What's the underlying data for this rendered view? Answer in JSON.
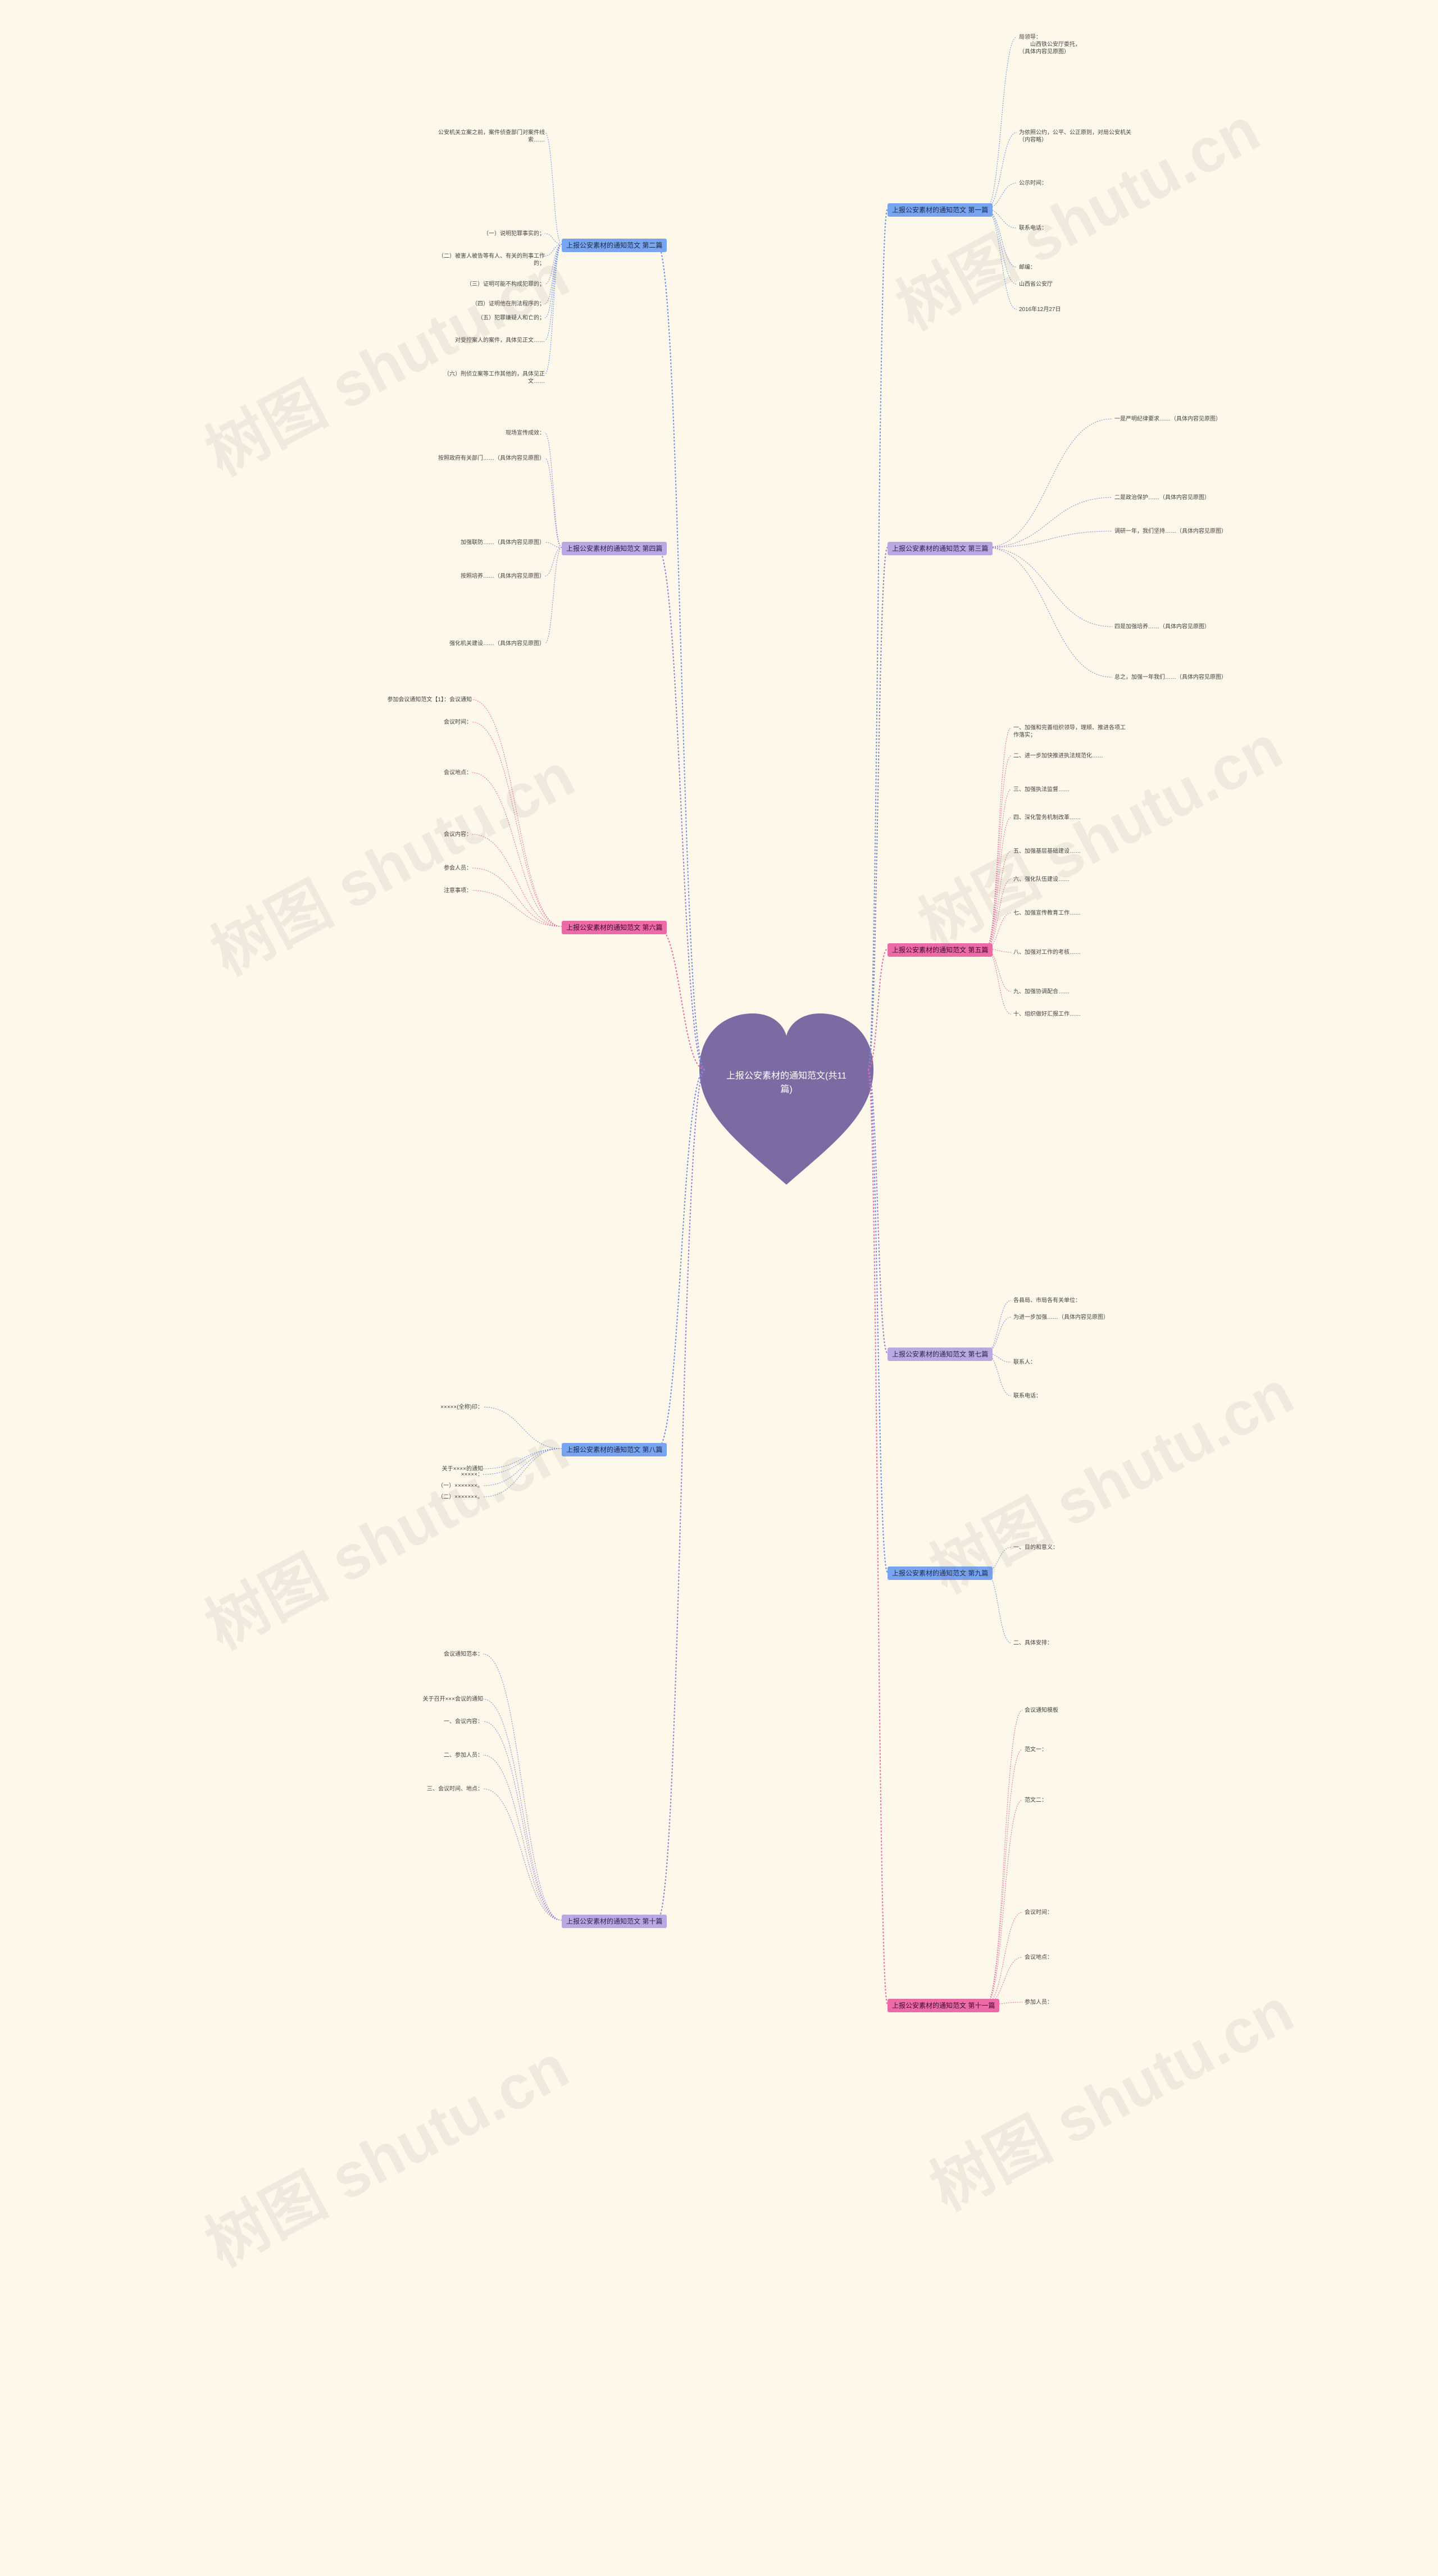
{
  "center": {
    "title": "上报公安素材的通知范文(共11篇)"
  },
  "watermark": "树图 shutu.cn",
  "branches": [
    {
      "label": "上报公安素材的通知范文 第一篇",
      "leaves": [
        "局领导：\n　　山西铁公安厅委托，\n（具体内容见原图）",
        "为依照公约，公平、公正原则，对局公安机关\n（内容略）",
        "公示时间：",
        "联系电话：",
        "邮编：",
        "山西省公安厅",
        "2016年12月27日"
      ]
    },
    {
      "label": "上报公安素材的通知范文 第二篇",
      "leaves": [
        "公安机关立案之前，案件侦查部门对案件线索……",
        "（一）说明犯罪事实的；",
        "（二）被害人被告等有人、有关的刑事工作的；",
        "（三）证明可能不构成犯罪的；",
        "（四）证明他在刑法程序的；",
        "（五）犯罪嫌疑人和亡的；",
        "对受控案人的案件，具体见正文……",
        "（六）刑侦立案等工作其他的，具体见正文……"
      ]
    },
    {
      "label": "上报公安素材的通知范文 第三篇",
      "leaves": [
        "一是严明纪律要求……（具体内容见原图）",
        "二是政治保护……（具体内容见原图）",
        "调研一年，我们坚持……（具体内容见原图）",
        "四是加强培养……（具体内容见原图）",
        "总之，加强一年我们……（具体内容见原图）"
      ]
    },
    {
      "label": "上报公安素材的通知范文 第四篇",
      "leaves": [
        "现场宣传成效：",
        "按照政府有关部门……（具体内容见原图）",
        "加强联防……（具体内容见原图）",
        "按照培养……（具体内容见原图）",
        "强化机关建设……（具体内容见原图）"
      ]
    },
    {
      "label": "上报公安素材的通知范文 第五篇",
      "leaves": [
        "一、加强和完善组织领导，理顺、推进各项工作落实；",
        "二、进一步加快推进执法规范化……",
        "三、加强执法监督……",
        "四、深化警务机制改革……",
        "五、加强基层基础建设……",
        "六、强化队伍建设……",
        "七、加强宣传教育工作……",
        "八、加强对工作的考核……",
        "九、加强协调配合……",
        "十、组织做好汇报工作……"
      ]
    },
    {
      "label": "上报公安素材的通知范文 第六篇",
      "leaves": [
        "参加会议通知范文【1】：会议通知",
        "会议时间：",
        "会议地点：",
        "会议内容：",
        "参会人员：",
        "注意事项："
      ]
    },
    {
      "label": "上报公安素材的通知范文 第七篇",
      "leaves": [
        "各县局、市局各有关单位：",
        "为进一步加强……（具体内容见原图）",
        "联系人：",
        "联系电话："
      ]
    },
    {
      "label": "上报公安素材的通知范文 第八篇",
      "leaves": [
        "×××××(全称)印：",
        "关于××××的通知",
        "×××××：",
        "（一）×××××××。",
        "（二）×××××××。"
      ]
    },
    {
      "label": "上报公安素材的通知范文 第九篇",
      "leaves": [
        "一、目的和意义：",
        "二、具体安排："
      ]
    },
    {
      "label": "上报公安素材的通知范文 第十篇",
      "leaves": [
        "会议通知范本：",
        "关于召开×××会议的通知",
        "一、会议内容：",
        "二、参加人员：",
        "三、会议时间、地点："
      ]
    },
    {
      "label": "上报公安素材的通知范文 第十一篇",
      "leaves": [
        "会议通知模板",
        "范文一：",
        "范文二：",
        "会议时间：",
        "会议地点：",
        "参加人员："
      ]
    }
  ],
  "colors": {
    "background": "#fdf8e9",
    "center": "#7c6aa3",
    "blue": "#79a4f0",
    "purple": "#b8a9e0",
    "pink": "#ec6aa8",
    "line": "#8b84c4"
  }
}
